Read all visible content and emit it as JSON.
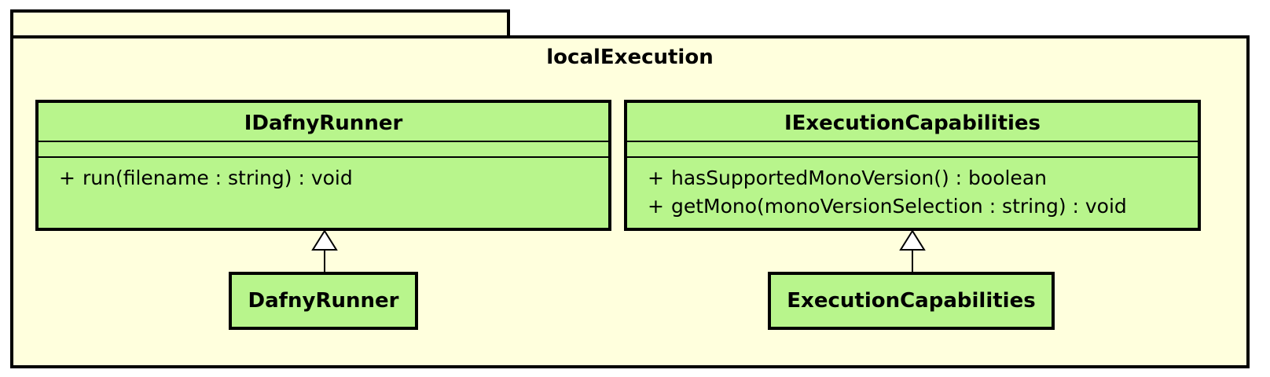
{
  "package": {
    "name": "localExecution"
  },
  "classes": [
    {
      "name": "IDafnyRunner",
      "operations": [
        {
          "visibility": "+",
          "signature": "run(filename : string) : void"
        }
      ]
    },
    {
      "name": "IExecutionCapabilities",
      "operations": [
        {
          "visibility": "+",
          "signature": "hasSupportedMonoVersion() : boolean"
        },
        {
          "visibility": "+",
          "signature": "getMono(monoVersionSelection : string) : void"
        }
      ]
    },
    {
      "name": "DafnyRunner",
      "operations": []
    },
    {
      "name": "ExecutionCapabilities",
      "operations": []
    }
  ],
  "relations": [
    {
      "type": "realization",
      "from": "DafnyRunner",
      "to": "IDafnyRunner"
    },
    {
      "type": "realization",
      "from": "ExecutionCapabilities",
      "to": "IExecutionCapabilities"
    }
  ],
  "colors": {
    "package_fill": "#ffffdd",
    "class_fill": "#b8f58c",
    "stroke": "#000000"
  }
}
